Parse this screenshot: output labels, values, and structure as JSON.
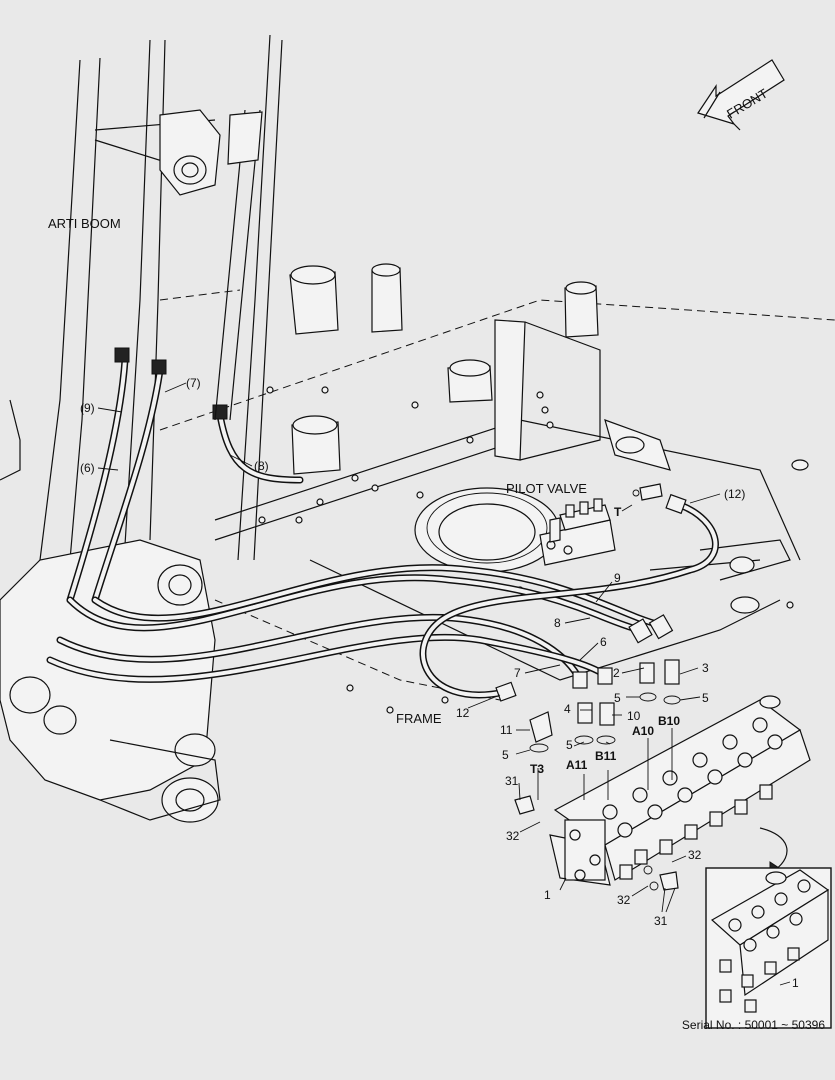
{
  "direction_label": "FRONT",
  "labels": {
    "arti_boom": "ARTI BOOM",
    "pilot_valve": "PILOT VALVE",
    "frame": "FRAME",
    "T": "T",
    "T3": "T3",
    "A10": "A10",
    "B10": "B10",
    "A11": "A11",
    "B11": "B11"
  },
  "callouts": {
    "p9": "(9)",
    "p6": "(6)",
    "p7": "(7)",
    "p8": "(8)",
    "p12": "(12)",
    "n9": "9",
    "n8": "8",
    "n6": "6",
    "n7": "7",
    "n2": "2",
    "n3": "3",
    "n4": "4",
    "n5a": "5",
    "n5b": "5",
    "n5c": "5",
    "n5d": "5",
    "n10": "10",
    "n11": "11",
    "n12": "12",
    "n31a": "31",
    "n31b": "31",
    "n32a": "32",
    "n32b": "32",
    "n32c": "32",
    "n1a": "1",
    "n1b": "1"
  },
  "serial": "Serial No. : 50001 ~ 50396"
}
